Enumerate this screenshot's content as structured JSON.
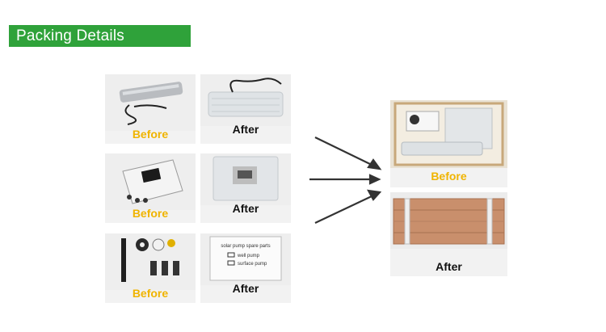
{
  "header": {
    "title": "Packing Details"
  },
  "rows": [
    {
      "before": "Before",
      "after": "After"
    },
    {
      "before": "Before",
      "after": "After"
    },
    {
      "before": "Before",
      "after": "After"
    }
  ],
  "crate": {
    "before": "Before",
    "after": "After"
  },
  "box_label": {
    "line1": "solar pump spare parts",
    "line2": "well pump",
    "line3": "surface pump"
  },
  "colors": {
    "banner": "#2fa23a",
    "before_text": "#f0b400",
    "after_text": "#111111"
  },
  "icons": [
    "arrow-icon"
  ]
}
